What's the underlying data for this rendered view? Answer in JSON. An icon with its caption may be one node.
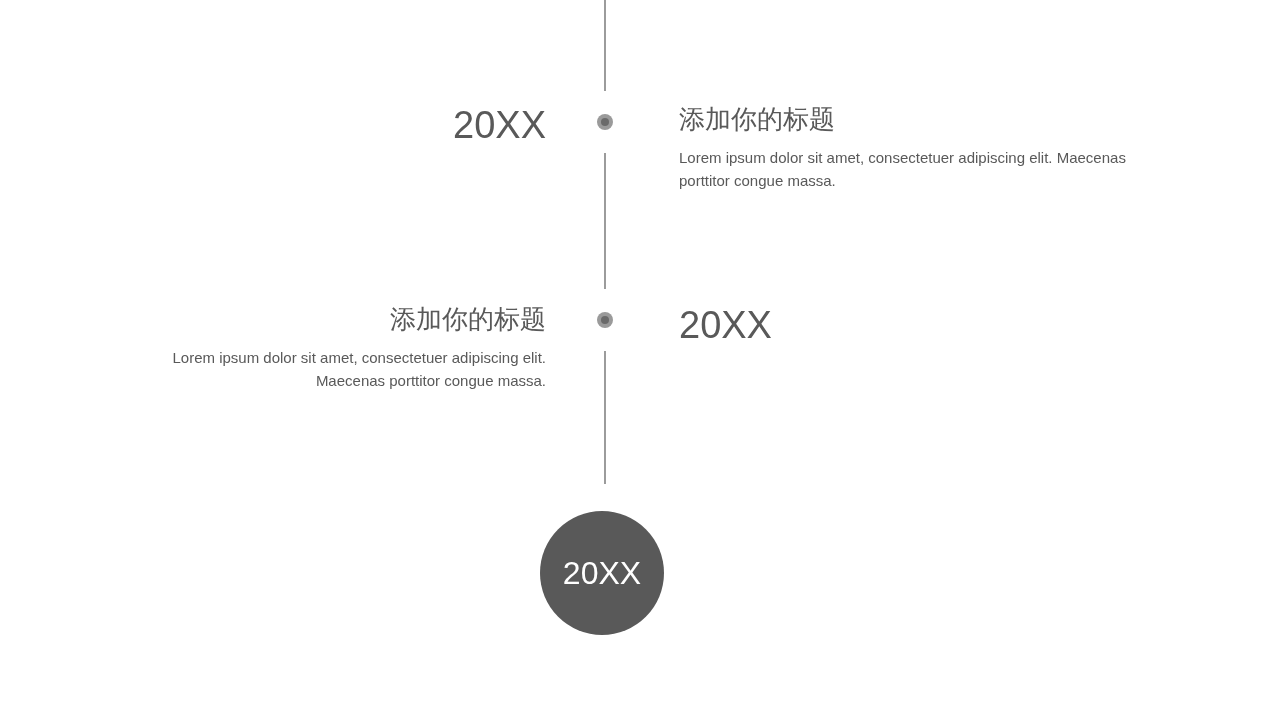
{
  "diagram": {
    "nodes": [
      {
        "text": [],
        "shape": "circle"
      },
      {
        "text": [],
        "shape": "circle"
      },
      {
        "text": [
          "20XX"
        ]
      }
    ],
    "edges": [
      {
        "from": null,
        "to": 0,
        "arrow": "none"
      },
      {
        "from": 0,
        "to": 1,
        "arrow": "none"
      },
      {
        "from": 1,
        "to": 2,
        "arrow": "none"
      }
    ],
    "labels": [
      "20XX",
      "添加你的标题",
      "Lorem ipsum dolor sit amet, consectetuer adipiscing elit. Maecenas porttitor congue massa.",
      "添加你的标题",
      "Lorem ipsum dolor sit amet, consectetuer adipiscing elit. Maecenas porttitor congue massa.",
      "20XX"
    ]
  }
}
